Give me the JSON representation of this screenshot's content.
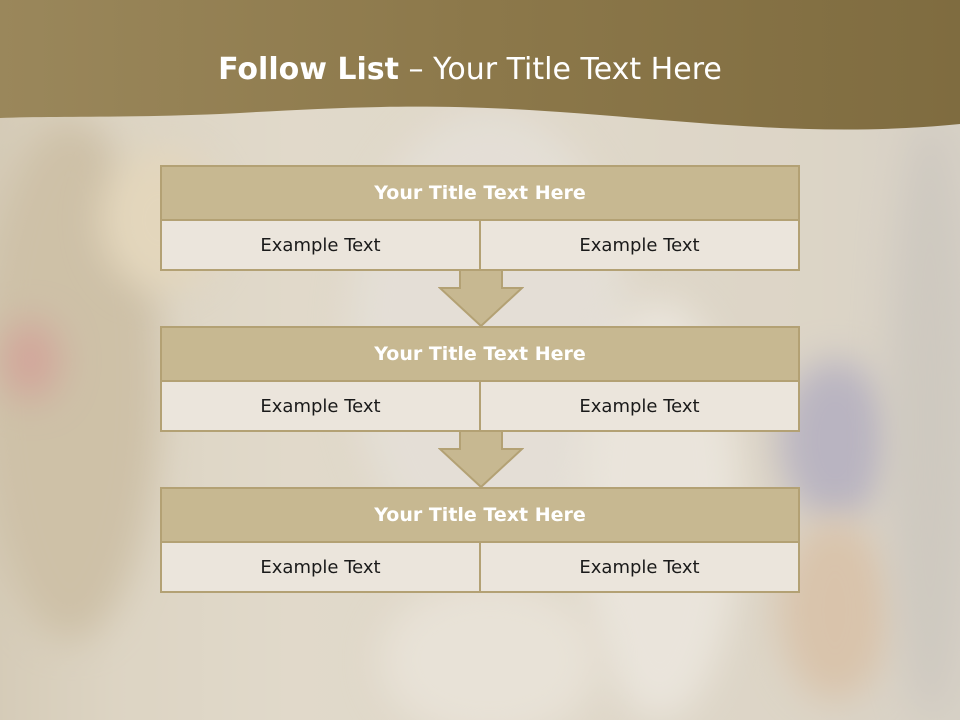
{
  "slide": {
    "title_bold": "Follow List",
    "title_rest": "– Your Title Text Here"
  },
  "blocks": [
    {
      "title": "Your Title Text Here",
      "cells": [
        "Example Text",
        "Example Text"
      ]
    },
    {
      "title": "Your Title Text Here",
      "cells": [
        "Example Text",
        "Example Text"
      ]
    },
    {
      "title": "Your Title Text Here",
      "cells": [
        "Example Text",
        "Example Text"
      ]
    }
  ],
  "colors": {
    "header_band": "#8a7648",
    "block_title_bg": "#c7b891",
    "cell_bg": "#ebe5dc",
    "border": "#b3a174",
    "arrow_fill": "#c7b891"
  }
}
